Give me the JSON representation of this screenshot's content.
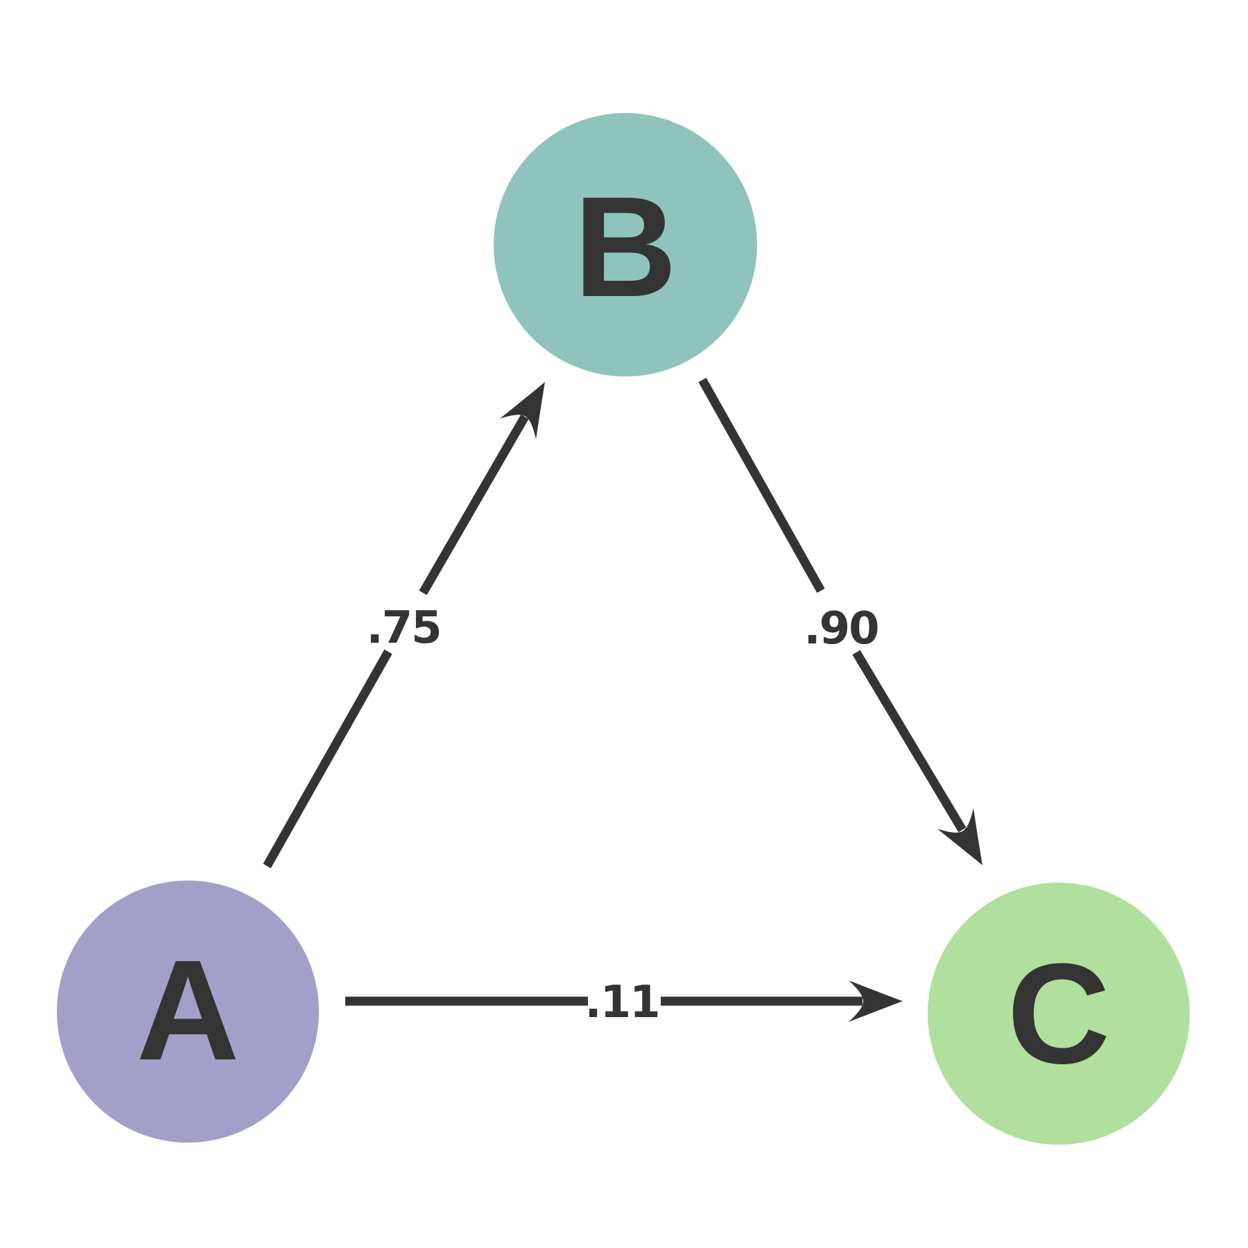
{
  "diagram": {
    "type": "directed-graph",
    "background_color": "#ffffff",
    "ink_color": "#343434",
    "nodes": [
      {
        "id": "A",
        "label": "A",
        "color": "#a2a0c8"
      },
      {
        "id": "B",
        "label": "B",
        "color": "#8fc4bd"
      },
      {
        "id": "C",
        "label": "C",
        "color": "#b1df9e"
      }
    ],
    "edges": [
      {
        "from": "A",
        "to": "B",
        "label": ".75"
      },
      {
        "from": "B",
        "to": "C",
        "label": ".90"
      },
      {
        "from": "A",
        "to": "C",
        "label": ".11"
      }
    ]
  }
}
